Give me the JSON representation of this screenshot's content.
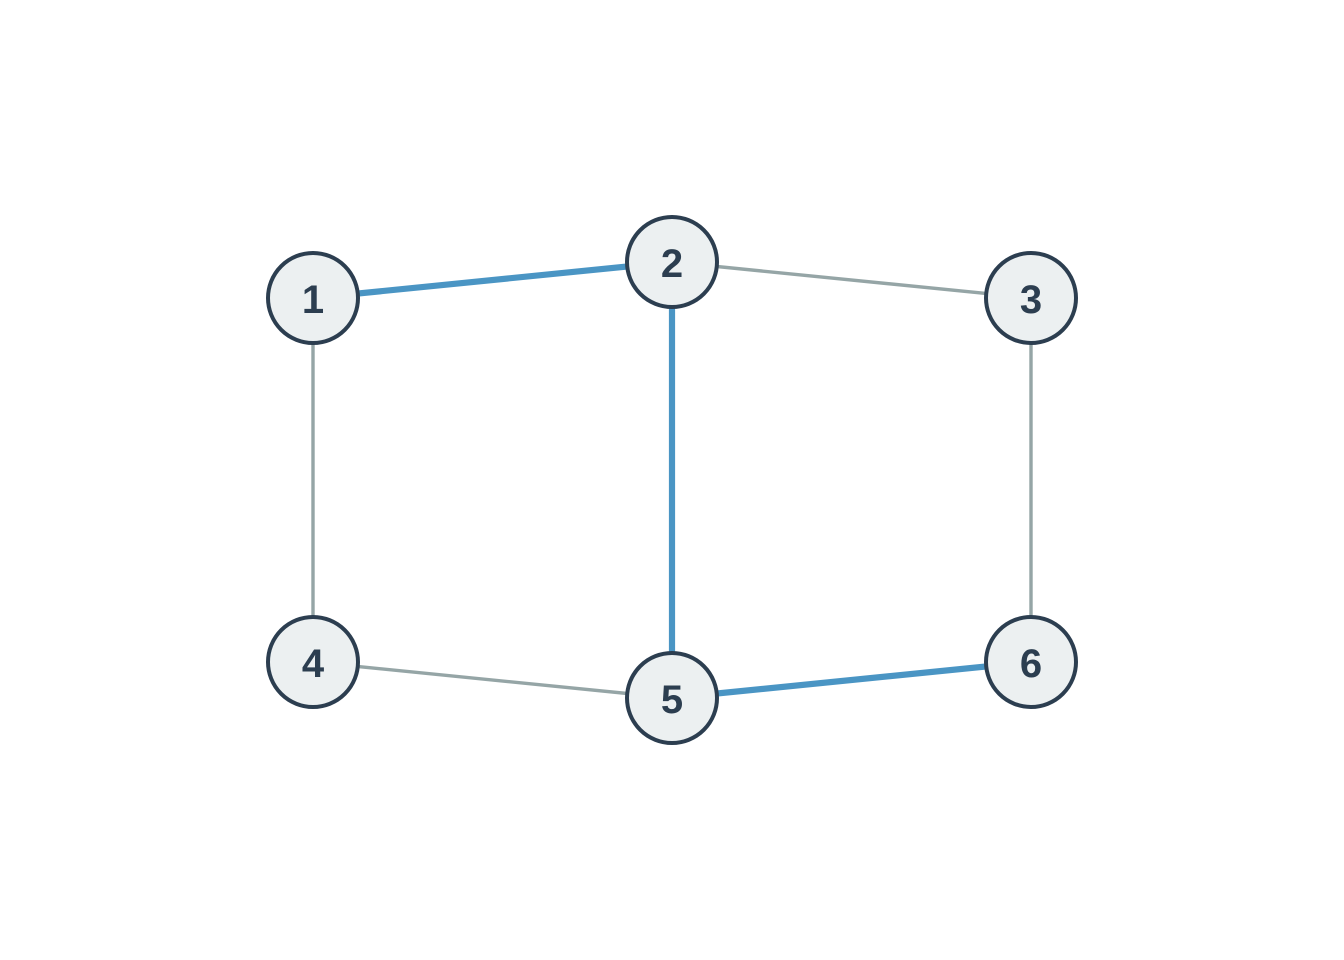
{
  "graph": {
    "colors": {
      "node_fill": "#ecf0f1",
      "node_stroke": "#2c3e50",
      "label": "#2c3e50",
      "edge_default": "#95a5a6",
      "edge_highlight": "#4a95c4"
    },
    "nodes": [
      {
        "id": "1",
        "label": "1"
      },
      {
        "id": "2",
        "label": "2"
      },
      {
        "id": "3",
        "label": "3"
      },
      {
        "id": "4",
        "label": "4"
      },
      {
        "id": "5",
        "label": "5"
      },
      {
        "id": "6",
        "label": "6"
      }
    ],
    "edges": [
      {
        "source": "1",
        "target": "2",
        "highlighted": true
      },
      {
        "source": "2",
        "target": "3",
        "highlighted": false
      },
      {
        "source": "1",
        "target": "4",
        "highlighted": false
      },
      {
        "source": "2",
        "target": "5",
        "highlighted": true
      },
      {
        "source": "3",
        "target": "6",
        "highlighted": false
      },
      {
        "source": "4",
        "target": "5",
        "highlighted": false
      },
      {
        "source": "5",
        "target": "6",
        "highlighted": true
      }
    ]
  }
}
